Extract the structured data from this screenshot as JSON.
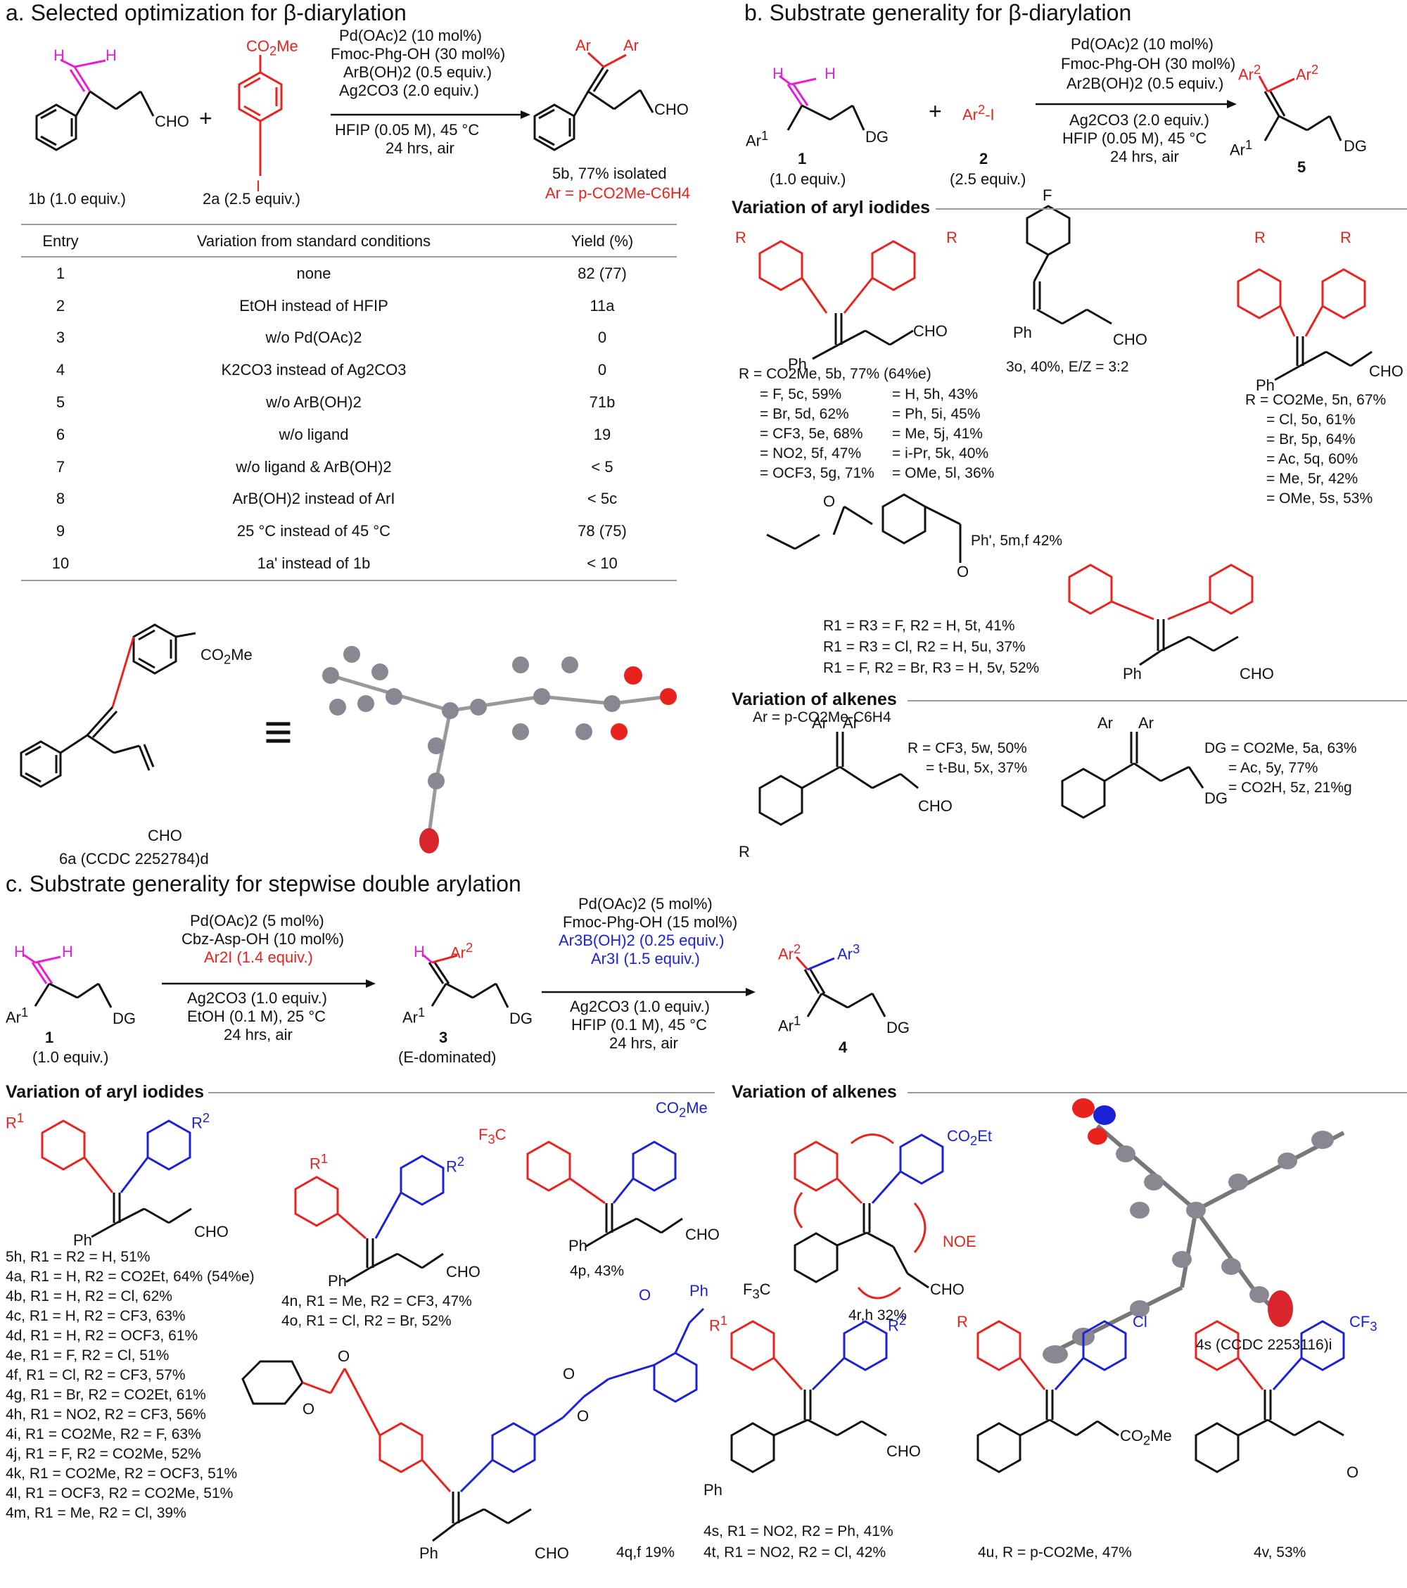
{
  "colors": {
    "aryl_red": "#e8231e",
    "aryl_blue": "#1b22d6",
    "hydrogen_magenta": "#e61fd6",
    "rule_gray": "#9a9a9a"
  },
  "panel_a": {
    "title": "a. Selected optimization for β-diarylation",
    "conditions": [
      "Pd(OAc)2 (10 mol%)",
      "Fmoc-Phg-OH (30 mol%)",
      "ArB(OH)2 (0.5 equiv.)",
      "Ag2CO3 (2.0 equiv.)",
      "HFIP (0.05 M), 45 °C",
      "24 hrs, air"
    ],
    "sm1_label": "1b (1.0 equiv.)",
    "sm2_label": "2a (2.5 equiv.)",
    "product_label": "5b, 77% isolated",
    "ar_def": "Ar = p-CO2Me-C6H4",
    "table_headers": [
      "Entry",
      "Variation from standard conditions",
      "Yield (%)"
    ],
    "table_rows": [
      [
        "1",
        "none",
        "82 (77)"
      ],
      [
        "2",
        "EtOH instead of HFIP",
        "11a"
      ],
      [
        "3",
        "w/o Pd(OAc)2",
        "0"
      ],
      [
        "4",
        "K2CO3 instead of Ag2CO3",
        "0"
      ],
      [
        "5",
        "w/o ArB(OH)2",
        "71b"
      ],
      [
        "6",
        "w/o ligand",
        "19"
      ],
      [
        "7",
        "w/o ligand & ArB(OH)2",
        "< 5"
      ],
      [
        "8",
        "ArB(OH)2 instead of ArI",
        "< 5c"
      ],
      [
        "9",
        "25 °C instead of 45 °C",
        "78 (75)"
      ],
      [
        "10",
        "1a' instead of 1b",
        "< 10"
      ]
    ],
    "xray_label": "6a (CCDC 2252784)d",
    "equiv_symbol": "≡"
  },
  "panel_b": {
    "title": "b. Substrate generality for β-diarylation",
    "conditions": [
      "Pd(OAc)2 (10 mol%)",
      "Fmoc-Phg-OH (30 mol%)",
      "Ar2B(OH)2 (0.5 equiv.)",
      "Ag2CO3 (2.0 equiv.)",
      "HFIP (0.05 M), 45 °C",
      "24 hrs, air"
    ],
    "sm1_label": "1",
    "sm1_equiv": "(1.0 equiv.)",
    "sm2": "Ar2-I",
    "sm2_label": "2",
    "sm2_equiv": "(2.5 equiv.)",
    "product_label": "5",
    "sub_aryl": "Variation of aryl iodides",
    "para_list_head": "R = CO2Me, 5b, 77% (64%e)",
    "para_list_left": [
      "= F, 5c, 59%",
      "= Br, 5d, 62%",
      "= CF3, 5e, 68%",
      "= NO2, 5f, 47%",
      "= OCF3, 5g, 71%"
    ],
    "para_list_right": [
      "= H, 5h, 43%",
      "= Ph, 5i, 45%",
      "= Me, 5j, 41%",
      "= i-Pr, 5k, 40%",
      "= OMe, 5l, 36%"
    ],
    "fluoro_label": "3o, 40%, E/Z = 3:2",
    "meta_list": [
      "R = CO2Me, 5n, 67%",
      "= Cl, 5o, 61%",
      "= Br, 5p, 64%",
      "= Ac, 5q, 60%",
      "= Me, 5r, 42%",
      "= OMe, 5s, 53%"
    ],
    "ketoprofen_label": "Ph', 5m,f 42%",
    "tri_list": [
      "R1 = R3 = F, R2 = H, 5t, 41%",
      "R1 = R3 = Cl, R2 = H, 5u, 37%",
      "R1 = F, R2 = Br, R3 = H, 5v, 52%"
    ],
    "sub_alkene": "Variation of alkenes",
    "ar_def": "Ar = p-CO2Me-C6H4",
    "alk_left": [
      "R = CF3, 5w, 50%",
      "= t-Bu, 5x, 37%"
    ],
    "alk_right": [
      "DG = CO2Me, 5a, 63%",
      "= Ac, 5y, 77%",
      "= CO2H, 5z, 21%g"
    ]
  },
  "panel_c": {
    "title": "c. Substrate generality for stepwise double arylation",
    "step1": [
      "Pd(OAc)2 (5 mol%)",
      "Cbz-Asp-OH (10 mol%)",
      "Ar2I (1.4 equiv.)",
      "Ag2CO3 (1.0 equiv.)",
      "EtOH (0.1 M), 25 °C",
      "24 hrs, air"
    ],
    "step2": [
      "Pd(OAc)2 (5 mol%)",
      "Fmoc-Phg-OH (15 mol%)",
      "Ar3B(OH)2 (0.25 equiv.)",
      "Ar3I (1.5 equiv.)",
      "Ag2CO3 (1.0 equiv.)",
      "HFIP (0.1 M), 45 °C",
      "24 hrs, air"
    ],
    "sm_label": "1",
    "sm_equiv": "(1.0 equiv.)",
    "int_label": "3",
    "int_note": "(E-dominated)",
    "prod_label": "4",
    "sub_aryl": "Variation of aryl iodides",
    "sub_alkene": "Variation of alkenes",
    "list_4": [
      "5h, R1 = R2 = H, 51%",
      "4a, R1 = H, R2 = CO2Et, 64% (54%e)",
      "4b, R1 = H, R2 = Cl, 62%",
      "4c, R1 = H, R2 = CF3, 63%",
      "4d, R1 = H, R2 = OCF3, 61%",
      "4e, R1 = F, R2 = Cl, 51%",
      "4f, R1 = Cl, R2 = CF3, 57%",
      "4g, R1 = Br, R2 = CO2Et, 61%",
      "4h, R1 = NO2, R2 = CF3, 56%",
      "4i, R1 = CO2Me, R2 = F, 63%",
      "4j, R1 = F, R2 = CO2Me, 52%",
      "4k, R1 = CO2Me, R2 = OCF3, 51%",
      "4l, R1 = OCF3, R2 = CO2Me, 51%",
      "4m, R1 = Me, R2 = Cl, 39%"
    ],
    "list_4no": [
      "4n, R1 = Me, R2 = CF3, 47%",
      "4o, R1 = Cl, R2 = Br, 52%"
    ],
    "p4p": "4p, 43%",
    "p4q": "4q,f 19%",
    "p4r": "4r,h 32%",
    "noe": "NOE",
    "p4s_xray": "4s (CCDC 2253116)i",
    "list_4st": [
      "4s, R1 = NO2, R2 = Ph, 41%",
      "4t, R1 = NO2, R2 = Cl, 42%"
    ],
    "p4u": "4u, R = p-CO2Me, 47%",
    "p4v": "4v, 53%"
  },
  "atom_labels": {
    "CHO": "CHO",
    "DG": "DG",
    "Ph": "Ph",
    "CO2Me": "CO2Me",
    "CO2Et": "CO2Et",
    "CF3": "CF3",
    "Cl": "Cl",
    "F": "F",
    "I": "I",
    "H": "H",
    "Ar": "Ar",
    "R": "R",
    "O": "O"
  }
}
